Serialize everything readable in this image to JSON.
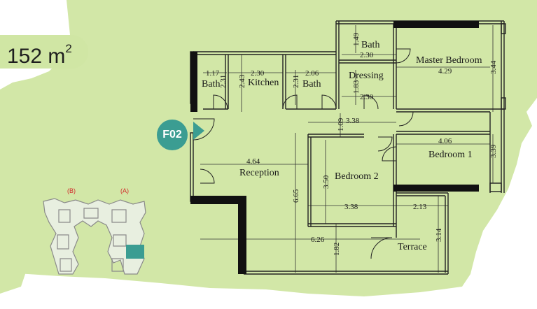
{
  "area": {
    "value": "152 m",
    "superscript": "2"
  },
  "unit_code": "F02",
  "rooms": {
    "bath_small": "Bath",
    "kitchen": "Kitchen",
    "bath_mid": "Bath",
    "bath_top": "Bath",
    "dressing": "Dressing",
    "master_bedroom": "Master Bedroom",
    "bedroom1": "Bedroom 1",
    "bedroom2": "Bedroom 2",
    "reception": "Reception",
    "terrace": "Terrace"
  },
  "dimensions": {
    "bath_small_w": "1.17",
    "bath_small_h": "2.31",
    "kitchen_w": "2.30",
    "kitchen_h": "2.43",
    "bath_mid_w": "2.06",
    "bath_mid_h": "2.31",
    "bath_top_h": "1.49",
    "bath_top_w": "2.30",
    "dressing_h": "1.83",
    "dressing_w": "2.30",
    "master_w": "4.29",
    "master_h": "3.44",
    "hall_w": "3.38",
    "hall_h": "1.09",
    "bed1_w": "4.06",
    "bed1_h": "3.39",
    "reception_w": "4.64",
    "reception_h": "6.65",
    "bed2_h": "3.50",
    "bed2_w": "3.38",
    "terrace_w": "2.13",
    "terrace_h": "3.14",
    "total_w": "6.26",
    "bottom_h": "1.82"
  },
  "key_plan": {
    "label_b": "(B)",
    "label_a": "(A)"
  },
  "colors": {
    "accent": "#3b9d92",
    "background_green": "#d2e7a7",
    "wall": "#111111",
    "key_label": "#d22b2b"
  }
}
